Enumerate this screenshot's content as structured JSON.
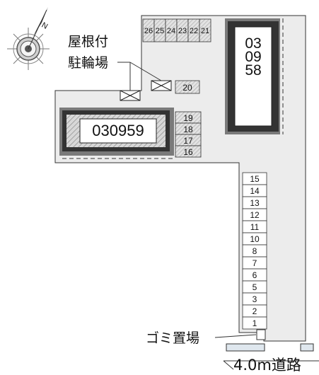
{
  "map": {
    "shelter_label_line1": "屋根付",
    "shelter_label_line2": "駐輪場",
    "building_a_id": "030959",
    "building_b_id": "030958",
    "garbage_label": "ゴミ置場",
    "road_label": "4.0m道路",
    "compass_letter": "N",
    "top_spaces": [
      "26",
      "25",
      "24",
      "23",
      "22",
      "21"
    ],
    "space_20": "20",
    "left_spaces": [
      "19",
      "18",
      "17",
      "16"
    ],
    "right_spaces": [
      "15",
      "14",
      "13",
      "12",
      "11",
      "10",
      "8",
      "7",
      "6",
      "5",
      "3",
      "2",
      "1"
    ]
  }
}
